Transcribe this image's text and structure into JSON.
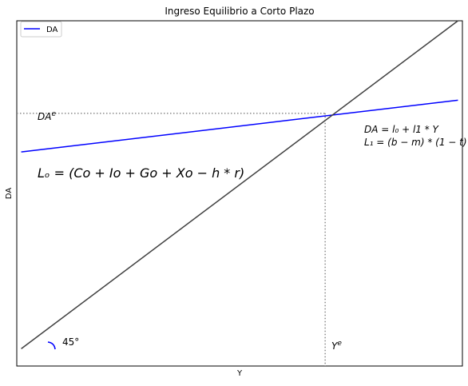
{
  "chart_data": {
    "type": "line",
    "title": "Ingreso Equilibrio a Corto Plazo",
    "xlabel": "Y",
    "ylabel": "DA",
    "xlim": [
      0,
      100
    ],
    "ylim": [
      0,
      100
    ],
    "show_ticks": false,
    "grid": false,
    "legend": {
      "position": "top-left",
      "entries": [
        {
          "label": "DA",
          "color": "#0000ff"
        }
      ]
    },
    "series": [
      {
        "name": "DA",
        "color": "#0000ff",
        "x": [
          1,
          99
        ],
        "y": [
          62,
          77
        ]
      },
      {
        "color": "#404040",
        "x": [
          1,
          99
        ],
        "y": [
          5,
          100
        ]
      }
    ],
    "reference_lines": {
      "equilibrium_y": 73.2,
      "equilibrium_x": 69.2,
      "style": "dotted",
      "color": "#808080"
    },
    "annotations": {
      "da_e_label": "DA",
      "da_e_sup": "e",
      "y_e_label": "Y",
      "y_e_sup": "e",
      "angle_label": "45°",
      "formula_da": "DA = l₀ + l1 * Y",
      "formula_l1": "L₁ = (b − m) * (1 − t)",
      "formula_lo": "Lₒ = (Co + Io + Go + Xo − h * r)"
    }
  }
}
